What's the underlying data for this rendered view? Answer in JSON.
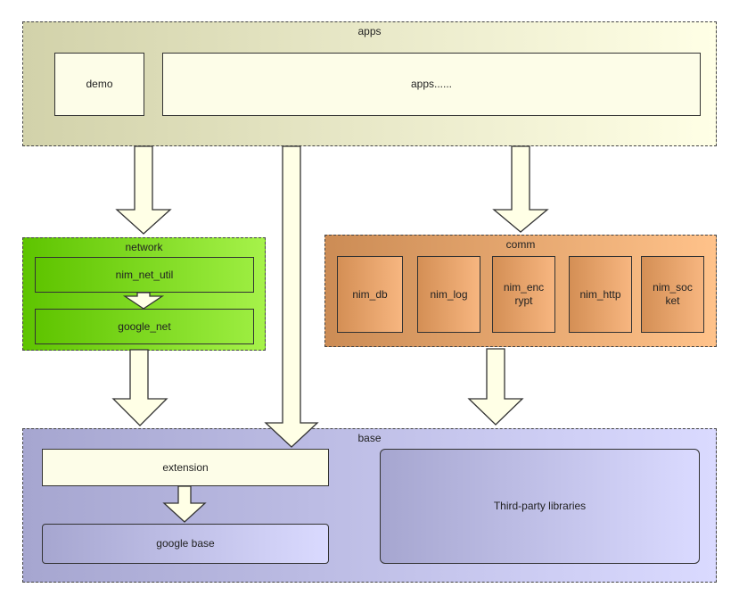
{
  "groups": {
    "apps": {
      "title": "apps",
      "items": {
        "demo": "demo",
        "apps_more": "apps......"
      }
    },
    "network": {
      "title": "network",
      "items": {
        "nim_net_util": "nim_net_util",
        "google_net": "google_net"
      }
    },
    "comm": {
      "title": "comm",
      "items": {
        "nim_db": "nim_db",
        "nim_log": "nim_log",
        "nim_encrypt": "nim_enc\nrypt",
        "nim_http": "nim_http",
        "nim_socket": "nim_soc\nket"
      }
    },
    "base": {
      "title": "base",
      "items": {
        "extension": "extension",
        "google_base": "google base",
        "third_party": "Third-party libraries"
      }
    }
  },
  "colors": {
    "arrow_fill": "#ffffe6",
    "apps_bg": "#d2d2aa",
    "network_bg": "#66cc00",
    "comm_bg": "#cc8c55",
    "base_bg": "#aaaad2"
  }
}
